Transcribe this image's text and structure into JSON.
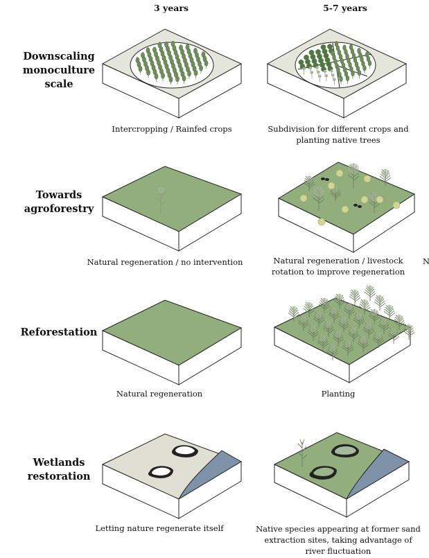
{
  "columns": [
    "3 years",
    "5-7 years"
  ],
  "rows": [
    {
      "label": "Downscaling monoculture scale",
      "captions": [
        "Intercropping / Rainfed crops",
        "Subdivision for different  crops and planting native trees"
      ]
    },
    {
      "label": "Towards agroforestry",
      "captions": [
        "Natural regeneration / no intervention",
        "Natural regeneration / livestock rotation to improve regeneration"
      ],
      "edge_cut_text": "N"
    },
    {
      "label": "Reforestation",
      "captions": [
        "Natural regeneration",
        "Planting"
      ]
    },
    {
      "label": "Wetlands restoration",
      "captions": [
        "Letting nature regenerate itself",
        "Native species appearing at former sand extraction sites, taking advantage of  river fluctuation"
      ]
    }
  ],
  "colors": {
    "grass": "#92ae7c",
    "pale_ground": "#e4e6dc",
    "sand": "#e0dfd4",
    "river": "#7e92a8",
    "tree": "#6e8f5a",
    "bush": "#c9cf8a"
  }
}
